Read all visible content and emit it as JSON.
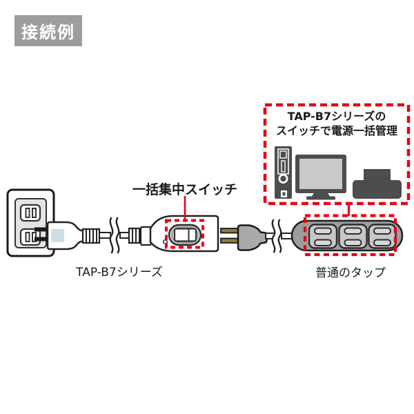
{
  "badge": {
    "label": "接続例",
    "bg_color": "#9d9d9d",
    "text_color": "#ffffff"
  },
  "callout": {
    "line1": "TAP-B7シリーズの",
    "line2": "スイッチで電源一括管理",
    "border_color": "#e60012",
    "icon_color": "#4d4d4d",
    "icons": [
      "pc-tower-icon",
      "monitor-icon",
      "printer-icon"
    ]
  },
  "diagram": {
    "switch_callout_label": "一括集中スイッチ",
    "left_device_label": "TAP-B7シリーズ",
    "right_device_label": "普通のタップ",
    "accent_red": "#e60012",
    "strip_gray": "#9d9d9d",
    "plug_accent_blue": "#cfdde6"
  }
}
